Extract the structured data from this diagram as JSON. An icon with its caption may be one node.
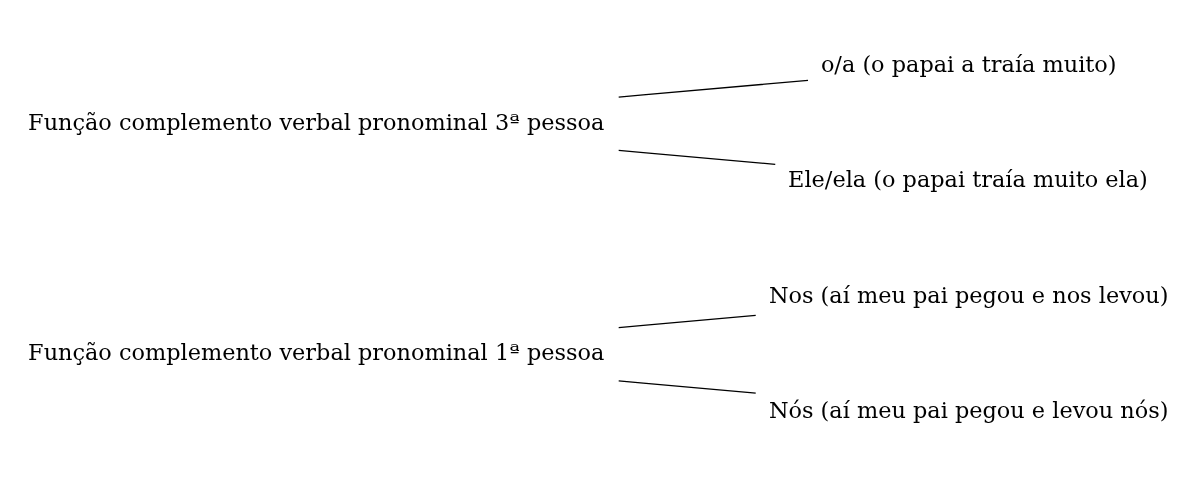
{
  "diagram": {
    "nodes": [
      {
        "text": [
          "Função complemento verbal pronominal 1ª pessoa"
        ]
      },
      {
        "text": [
          "Nos (aí meu pai pegou e nos levou)"
        ]
      },
      {
        "text": [
          "Nós (aí meu pai pegou e levou nós)"
        ]
      },
      {
        "text": [
          "Função complemento verbal pronominal 3ª pessoa"
        ]
      },
      {
        "text": [
          "o/a (o papai a traía muito)"
        ]
      },
      {
        "text": [
          "Ele/ela (o papai traía muito ela)"
        ]
      }
    ],
    "edges": [
      {
        "from": 0,
        "to": 1,
        "arrow": "none"
      },
      {
        "from": 0,
        "to": 2,
        "arrow": "none"
      },
      {
        "from": 3,
        "to": 4,
        "arrow": "none"
      },
      {
        "from": 3,
        "to": 5,
        "arrow": "none"
      }
    ]
  }
}
